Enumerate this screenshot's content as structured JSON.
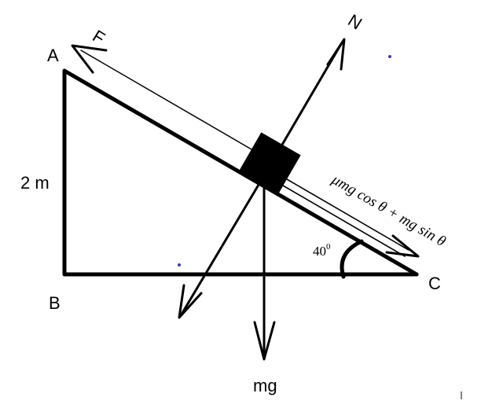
{
  "diagram": {
    "vertices": {
      "a": "A",
      "b": "B",
      "c": "C"
    },
    "height_label": "2 m",
    "angle_label": "40",
    "angle_degree_mark": "0",
    "forces": {
      "applied": "F",
      "normal": "N",
      "weight": "mg",
      "friction_expr": "μmg cos θ + mg sin θ"
    }
  }
}
